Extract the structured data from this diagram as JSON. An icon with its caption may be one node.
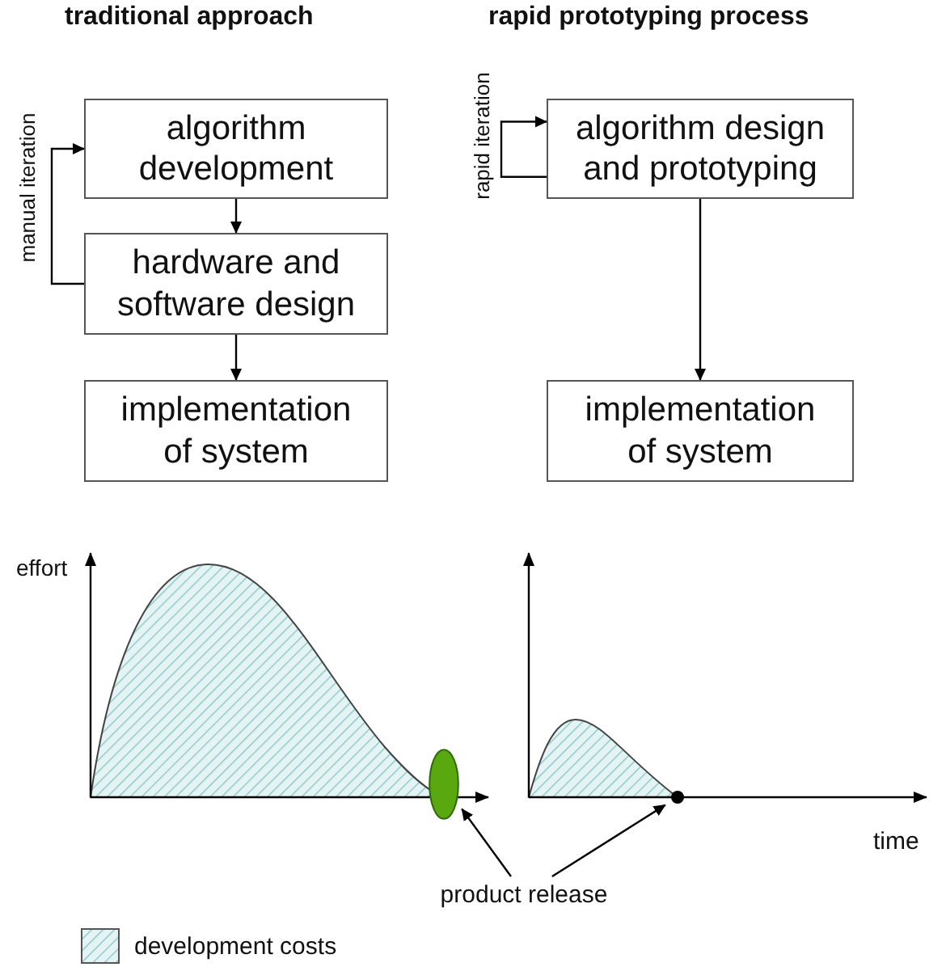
{
  "diagram": {
    "nodes": [
      {
        "text": [
          "algorithm development"
        ]
      },
      {
        "text": [
          "hardware and software design"
        ]
      },
      {
        "text": [
          "implementation of system"
        ]
      },
      {
        "text": [
          "algorithm design and prototyping"
        ]
      },
      {
        "text": [
          "implementation of system"
        ]
      },
      {
        "text": [
          "product release"
        ]
      },
      {
        "text": [],
        "shape": "ellipse"
      },
      {
        "text": [],
        "shape": "circle"
      }
    ],
    "edges": [
      {
        "from": 0,
        "to": 1,
        "arrow": "to"
      },
      {
        "from": 1,
        "to": 2,
        "arrow": "to"
      },
      {
        "from": 1,
        "to": 0,
        "arrow": "to",
        "label": "manual iteration"
      },
      {
        "from": 3,
        "to": 3,
        "arrow": "to",
        "label": "rapid iteration"
      },
      {
        "from": 3,
        "to": 4,
        "arrow": "to"
      },
      {
        "from": 5,
        "to": 6,
        "arrow": "to"
      },
      {
        "from": 5,
        "to": 7,
        "arrow": "to"
      }
    ],
    "labels": [
      "traditional approach",
      "rapid prototyping process",
      "effort",
      "time"
    ],
    "legend": [
      {
        "text": "development costs"
      }
    ]
  }
}
